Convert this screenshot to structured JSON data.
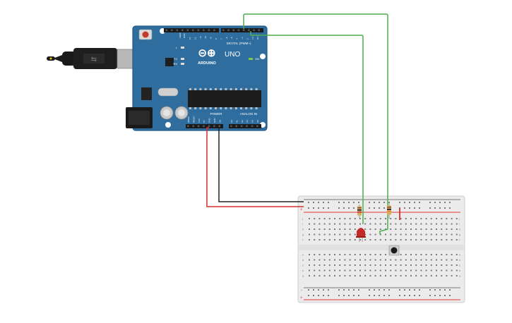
{
  "board": {
    "brand": "ARDUINO",
    "model": "UNO",
    "digital_header_label": "DIGITAL (PWM~)",
    "aref_label": "AREF",
    "gnd_label": "GND",
    "digital_pins": [
      "13",
      "12",
      "~11",
      "~10",
      "~9",
      "8",
      "7",
      "~6",
      "~5",
      "4",
      "~3",
      "2",
      "TX 1",
      "RX 0"
    ],
    "power_header_label": "POWER",
    "power_pins": [
      "IOREF",
      "RESET",
      "3.3V",
      "5V",
      "GND",
      "GND",
      "Vin"
    ],
    "analog_header_label": "ANALOG IN",
    "analog_pins": [
      "A0",
      "A1",
      "A2",
      "A3",
      "A4",
      "A5"
    ],
    "on_led_label": "ON",
    "tx_label": "TX",
    "rx_label": "RX",
    "l_label": "L",
    "logo_symbol": "⊝⊕"
  },
  "breadboard": {
    "row_letters_top": [
      "j",
      "i",
      "h",
      "g",
      "f"
    ],
    "row_letters_bottom": [
      "e",
      "d",
      "c",
      "b",
      "a"
    ],
    "rail_plus": "+",
    "rail_minus": "-"
  },
  "colors": {
    "board_blue": "#2f6d9e",
    "board_dark": "#245a85",
    "wire_green": "#4caf50",
    "wire_red": "#d32f2f",
    "wire_black": "#222222",
    "led_red": "#c62828",
    "breadboard": "#ebebeb",
    "rail_red": "#e53935",
    "rail_black": "#555555"
  }
}
